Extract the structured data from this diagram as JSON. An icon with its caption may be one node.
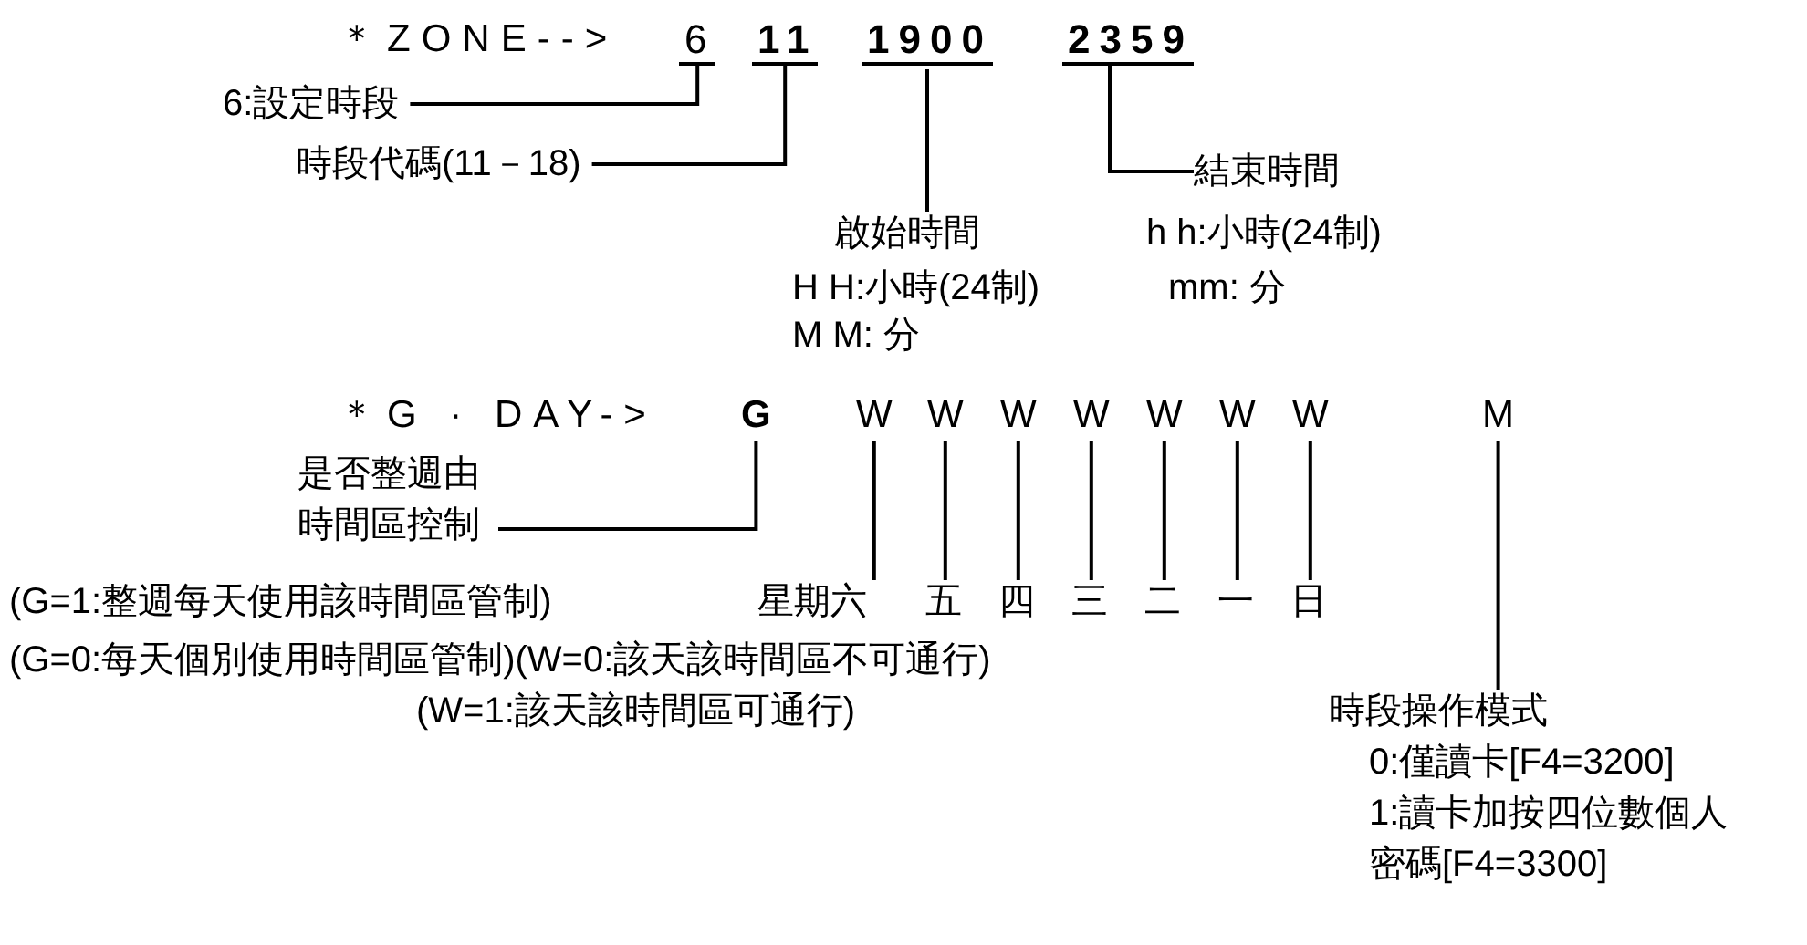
{
  "diagram": {
    "nodes": [
      {
        "text": [
          "6"
        ]
      },
      {
        "text": [
          "11"
        ]
      },
      {
        "text": [
          "1900"
        ]
      },
      {
        "text": [
          "2359"
        ]
      },
      {
        "text": [
          "6:設定時段"
        ]
      },
      {
        "text": [
          "時段代碼(11－18)"
        ]
      },
      {
        "text": [
          "啟始時間"
        ]
      },
      {
        "text": [
          "結束時間"
        ]
      },
      {
        "text": [
          "G"
        ]
      },
      {
        "text": [
          "W"
        ]
      },
      {
        "text": [
          "W"
        ]
      },
      {
        "text": [
          "W"
        ]
      },
      {
        "text": [
          "W"
        ]
      },
      {
        "text": [
          "W"
        ]
      },
      {
        "text": [
          "W"
        ]
      },
      {
        "text": [
          "W"
        ]
      },
      {
        "text": [
          "M"
        ]
      },
      {
        "text": [
          "是否整週由時間區控制"
        ]
      },
      {
        "text": [
          "星期六"
        ]
      },
      {
        "text": [
          "五"
        ]
      },
      {
        "text": [
          "四"
        ]
      },
      {
        "text": [
          "三"
        ]
      },
      {
        "text": [
          "二"
        ]
      },
      {
        "text": [
          "一"
        ]
      },
      {
        "text": [
          "日"
        ]
      },
      {
        "text": [
          "時段操作模式"
        ]
      }
    ],
    "edges": [
      {
        "from": 4,
        "to": 0,
        "arrow": "none"
      },
      {
        "from": 5,
        "to": 1,
        "arrow": "none"
      },
      {
        "from": 6,
        "to": 2,
        "arrow": "none"
      },
      {
        "from": 7,
        "to": 3,
        "arrow": "none"
      },
      {
        "from": 17,
        "to": 8,
        "arrow": "none"
      },
      {
        "from": 18,
        "to": 9,
        "arrow": "none"
      },
      {
        "from": 19,
        "to": 10,
        "arrow": "none"
      },
      {
        "from": 20,
        "to": 11,
        "arrow": "none"
      },
      {
        "from": 21,
        "to": 12,
        "arrow": "none"
      },
      {
        "from": 22,
        "to": 13,
        "arrow": "none"
      },
      {
        "from": 23,
        "to": 14,
        "arrow": "none"
      },
      {
        "from": 24,
        "to": 15,
        "arrow": "none"
      },
      {
        "from": 25,
        "to": 16,
        "arrow": "none"
      }
    ],
    "labels": [
      "＊ZONE-->",
      "h h:小時(24制)",
      "H H:小時(24制)",
      "mm: 分",
      "M M: 分",
      "＊G · DAY->",
      "(G=1:整週每天使用該時間區管制)",
      "(G=0:每天個別使用時間區管制)(W=0:該天該時間區不可通行)",
      "(W=1:該天該時間區可通行)",
      "0:僅讀卡[F4=3200]",
      "1:讀卡加按四位數個人密碼[F4=3300]"
    ]
  }
}
